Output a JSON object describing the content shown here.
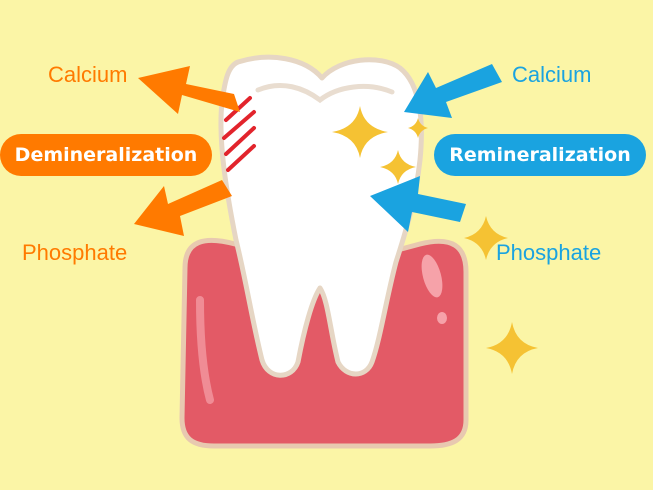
{
  "colors": {
    "background": "#fbf5a6",
    "demineralization": "#ff7a00",
    "remineralization": "#1aa3e0",
    "gum": "#e35a66",
    "gum_dark": "#c9454f",
    "tooth_outline": "#e6d6c4",
    "sparkle": "#f5c233",
    "damage_lines": "#e2242c"
  },
  "left": {
    "calcium": "Calcium",
    "process": "Demineralization",
    "phosphate": "Phosphate"
  },
  "right": {
    "calcium": "Calcium",
    "process": "Remineralization",
    "phosphate": "Phosphate"
  }
}
